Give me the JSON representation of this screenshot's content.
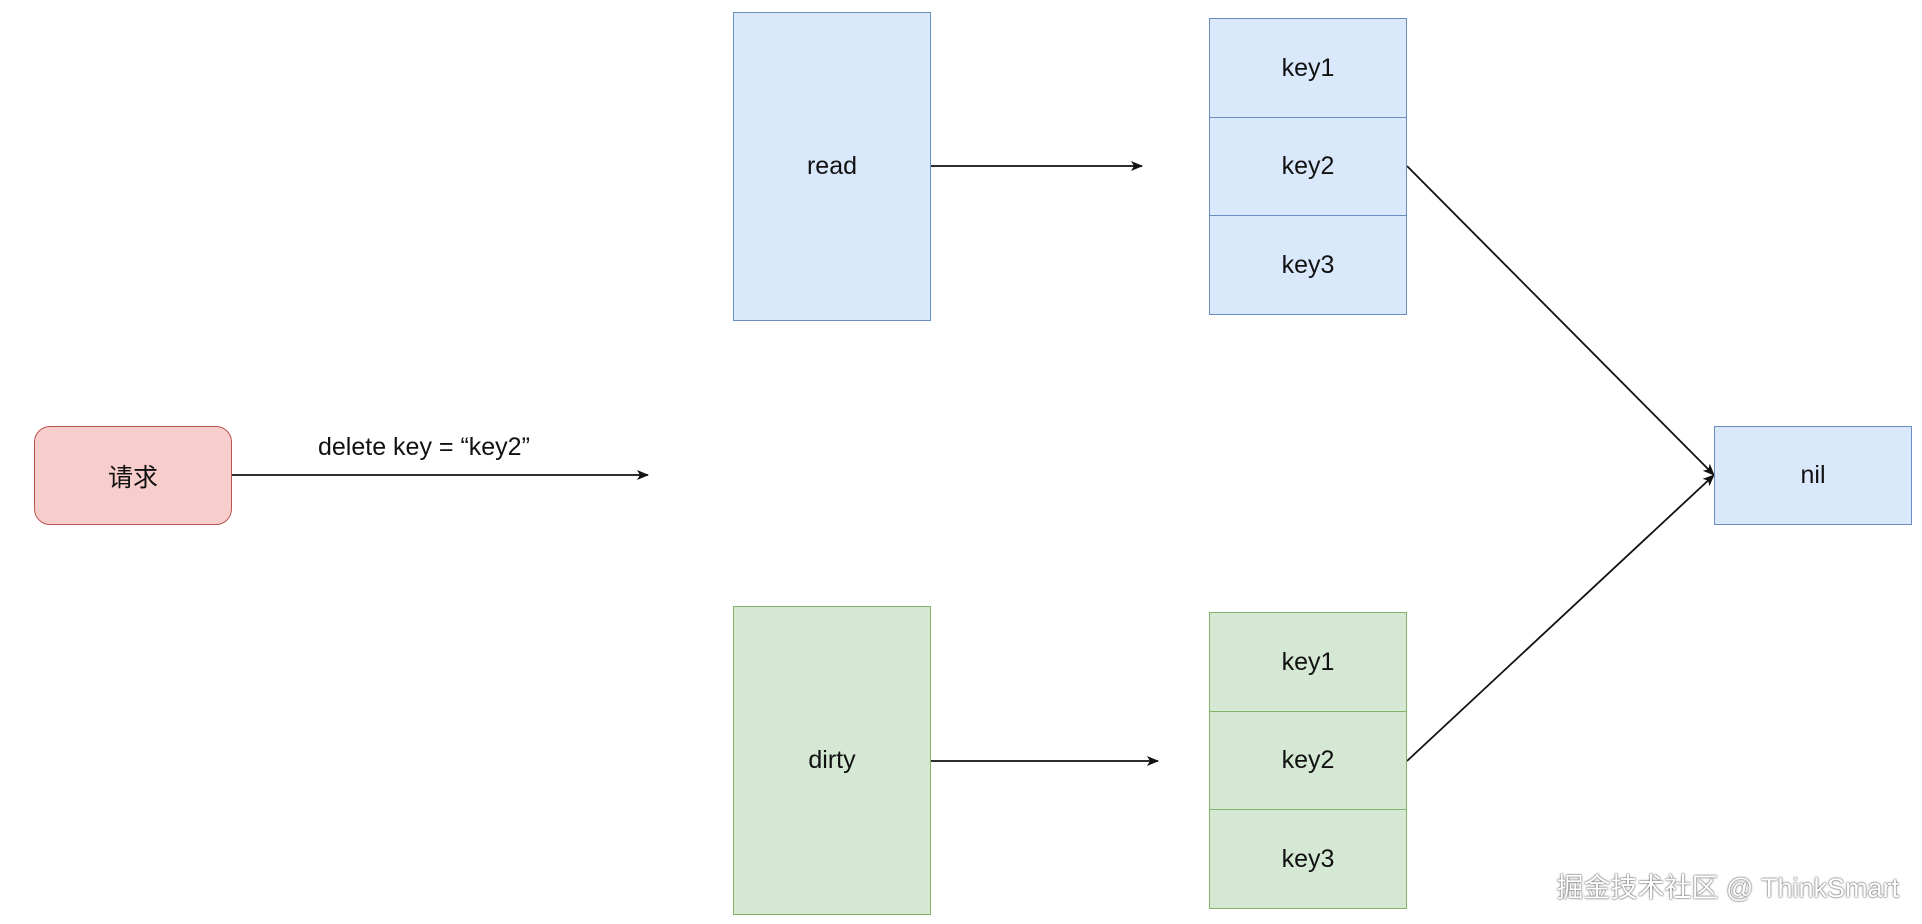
{
  "request": {
    "label": "请求"
  },
  "request_edge": {
    "label": "delete key = “key2”"
  },
  "read": {
    "label": "read",
    "keys": [
      "key1",
      "key2",
      "key3"
    ]
  },
  "dirty": {
    "label": "dirty",
    "keys": [
      "key1",
      "key2",
      "key3"
    ]
  },
  "nil": {
    "label": "nil"
  },
  "watermark": "掘金技术社区 @ ThinkSmart"
}
